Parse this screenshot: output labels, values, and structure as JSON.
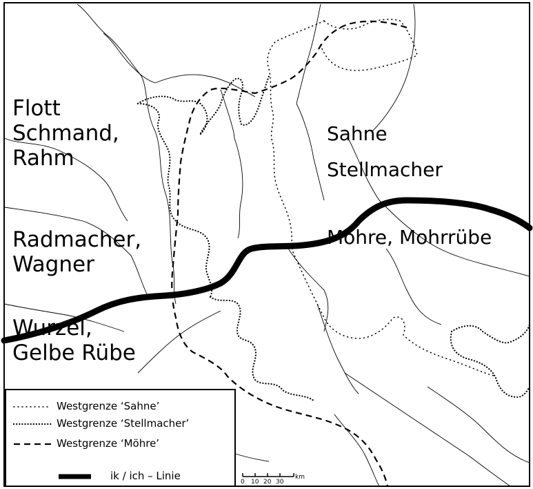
{
  "regions": {
    "west_upper": [
      "Flott",
      "Schmand,",
      "Rahm"
    ],
    "west_middle": [
      "Radmacher,",
      "Wagner"
    ],
    "west_lower": [
      "Wurzel,",
      "Gelbe Rübe"
    ],
    "east_upper": [
      "Sahne",
      "Stellmacher"
    ],
    "east_middle": "Möhre, Mohrrübe"
  },
  "legend": {
    "items": [
      {
        "style": "dot-dash",
        "label": "Westgrenze ‘Sahne’"
      },
      {
        "style": "dotted",
        "label": "Westgrenze ‘Stellmacher’"
      },
      {
        "style": "dashed",
        "label": "Westgrenze ‘Möhre’"
      },
      {
        "style": "thick",
        "label": "ik / ich – Linie"
      }
    ]
  },
  "scale": {
    "ticks": [
      "0",
      "10",
      "20",
      "30"
    ],
    "unit": "km"
  },
  "colors": {
    "ink": "#000000",
    "paper": "#ffffff"
  }
}
